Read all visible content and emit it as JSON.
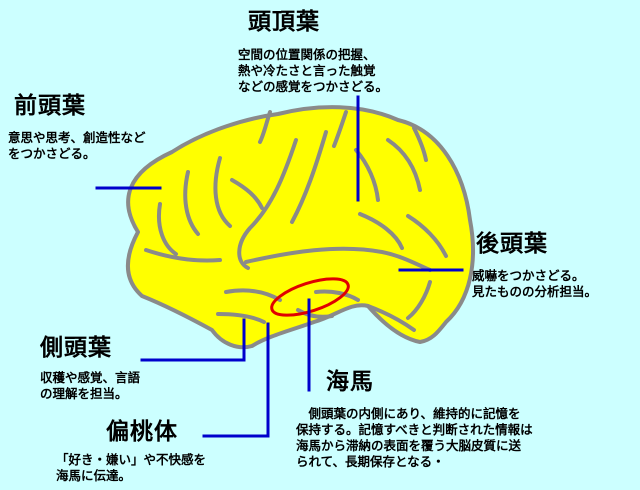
{
  "regions": {
    "parietal": {
      "title": "頭頂葉",
      "lines": [
        "空間の位置関係の把握、",
        "熱や冷たさと言った触覚",
        "などの感覚をつかさどる。"
      ]
    },
    "frontal": {
      "title": "前頭葉",
      "lines": [
        "意思や思考、創造性など",
        "をつかさどる。"
      ]
    },
    "occipital": {
      "title": "後頭葉",
      "lines": [
        "威嚇をつかさどる。",
        "見たものの分析担当。"
      ]
    },
    "temporal": {
      "title": "側頭葉",
      "lines": [
        "収穫や感覚、言語",
        "の理解を担当。"
      ]
    },
    "hippocampus": {
      "title": "海馬",
      "lines": [
        "　側頭葉の内側にあり、維持的に記憶を",
        "保持する。記憶すべきと判断された情報は",
        "海馬から滞納の表面を覆う大脳皮質に送",
        "られて、長期保存となる・"
      ]
    },
    "amygdala": {
      "title": "偏桃体",
      "lines": [
        "「好き・嫌い」や不快感を",
        "海馬に伝達。"
      ]
    }
  },
  "colors": {
    "background": "#ccffff",
    "brain_fill": "#ffff00",
    "sulcus": "#8a8a8a",
    "leader": "#0000cc",
    "highlight": "#e00000"
  }
}
